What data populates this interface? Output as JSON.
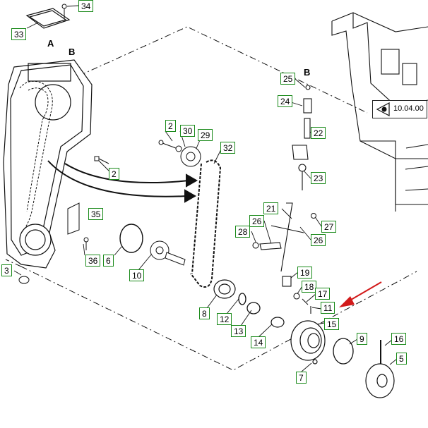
{
  "diagram": {
    "callouts": [
      {
        "id": "c34",
        "label": "34"
      },
      {
        "id": "c33",
        "label": "33"
      },
      {
        "id": "c2a",
        "label": "2"
      },
      {
        "id": "c30",
        "label": "30"
      },
      {
        "id": "c29",
        "label": "29"
      },
      {
        "id": "c32",
        "label": "32"
      },
      {
        "id": "c2b",
        "label": "2"
      },
      {
        "id": "c35",
        "label": "35"
      },
      {
        "id": "c36",
        "label": "36"
      },
      {
        "id": "c6",
        "label": "6"
      },
      {
        "id": "c3",
        "label": "3"
      },
      {
        "id": "c10",
        "label": "10"
      },
      {
        "id": "c8",
        "label": "8"
      },
      {
        "id": "c12",
        "label": "12"
      },
      {
        "id": "c13",
        "label": "13"
      },
      {
        "id": "c14",
        "label": "14"
      },
      {
        "id": "c25",
        "label": "25"
      },
      {
        "id": "c24",
        "label": "24"
      },
      {
        "id": "c22",
        "label": "22"
      },
      {
        "id": "c23",
        "label": "23"
      },
      {
        "id": "c21",
        "label": "21"
      },
      {
        "id": "c28",
        "label": "28"
      },
      {
        "id": "c26a",
        "label": "26"
      },
      {
        "id": "c26b",
        "label": "26"
      },
      {
        "id": "c27",
        "label": "27"
      },
      {
        "id": "c19",
        "label": "19"
      },
      {
        "id": "c18",
        "label": "18"
      },
      {
        "id": "c17",
        "label": "17"
      },
      {
        "id": "c11",
        "label": "11"
      },
      {
        "id": "c15",
        "label": "15"
      },
      {
        "id": "c9",
        "label": "9"
      },
      {
        "id": "c16",
        "label": "16"
      },
      {
        "id": "c5",
        "label": "5"
      },
      {
        "id": "c7",
        "label": "7"
      }
    ],
    "letters": {
      "a": "A",
      "b_top": "B",
      "b_right": "B"
    },
    "reference": {
      "text": "10.04.00",
      "icon": "eye-view-icon"
    },
    "colors": {
      "callout_border": "#1a8a1a",
      "line": "#111111",
      "arrow_red": "#d21a1a"
    }
  }
}
